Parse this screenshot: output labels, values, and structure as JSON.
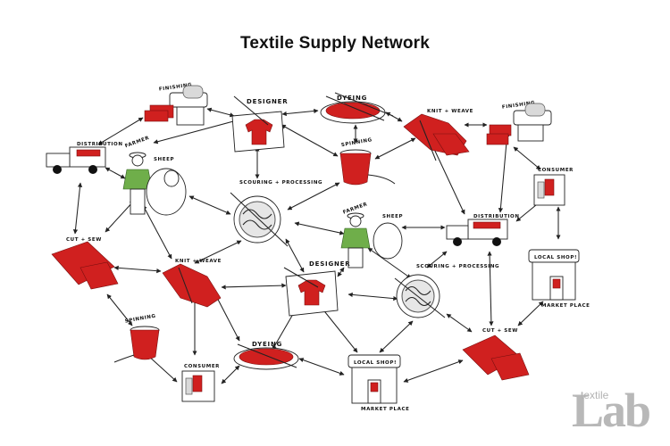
{
  "title": "Textile Supply Network",
  "labels": {
    "distribution": "DISTRIBUTION",
    "farmer": "FARMER",
    "sheep": "SHEEP",
    "designer": "DESIGNER",
    "dyeing": "DYEING",
    "knit_weave": "KNIT + WEAVE",
    "finishing": "FINISHING",
    "spinning": "SPINNING",
    "scouring": "SCOURING + PROCESSING",
    "cut_sew": "CUT + SEW",
    "consumer": "CONSUMER",
    "local_shop": "LOCAL SHOP!",
    "market_place": "MARKET PLACE"
  },
  "logo": {
    "small": "textile",
    "big": "Lab"
  }
}
